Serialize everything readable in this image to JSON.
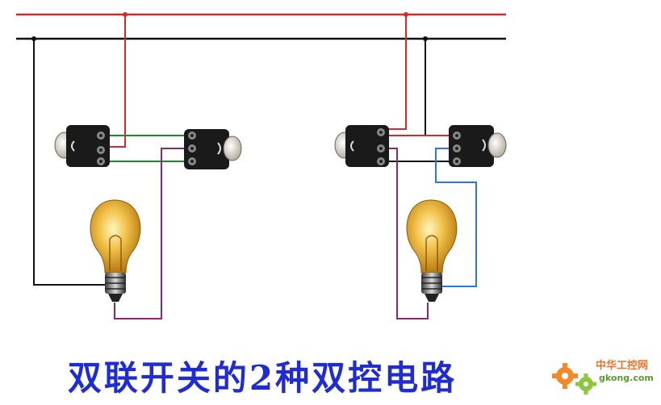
{
  "caption": "双联开关的2种双控电路",
  "logo": {
    "name_cn": "中华工控网",
    "url": "gkong.com"
  },
  "wire_colors": {
    "live": "#d42a2a",
    "neutral": "#111111",
    "traveler_green": "#1a8a2a",
    "lamp_purple": "#8a2a6e",
    "lamp_blue": "#2a7ad8"
  }
}
